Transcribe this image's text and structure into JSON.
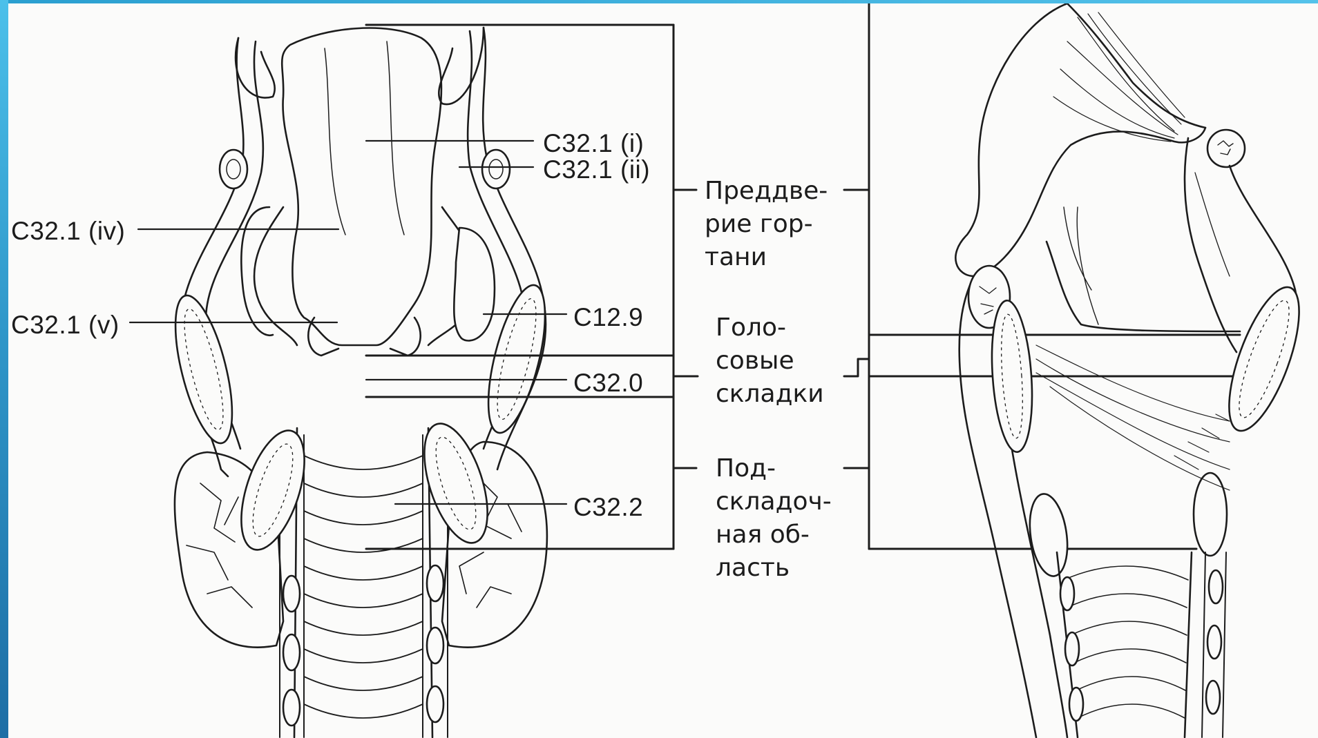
{
  "diagram": {
    "codes": {
      "c32_1_i": "C32.1 (i)",
      "c32_1_ii": "C32.1 (ii)",
      "c32_1_iv": "C32.1 (iv)",
      "c32_1_v": "C32.1 (v)",
      "c12_9": "C12.9",
      "c32_0": "C32.0",
      "c32_2": "C32.2"
    },
    "regions": {
      "supraglottis": [
        "Преддве-",
        "рие гор-",
        "тани"
      ],
      "glottis": [
        "Голо-",
        "совые",
        "складки"
      ],
      "subglottis": [
        "Под-",
        "складоч-",
        "ная об-",
        "ласть"
      ]
    },
    "colors": {
      "ink": "#1c1c1c",
      "frame_accent": "#2f97c9"
    }
  }
}
